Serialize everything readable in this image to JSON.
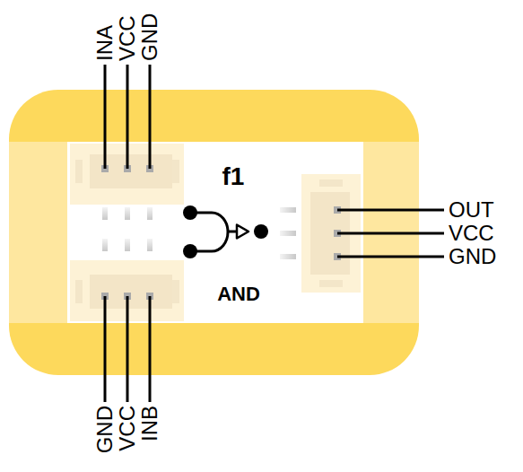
{
  "diagram": {
    "nodes": [
      {
        "text": [
          "f1",
          "AND"
        ]
      }
    ],
    "labels": [
      "INA",
      "VCC",
      "GND",
      "OUT",
      "VCC",
      "GND",
      "GND",
      "VCC",
      "INB"
    ]
  }
}
